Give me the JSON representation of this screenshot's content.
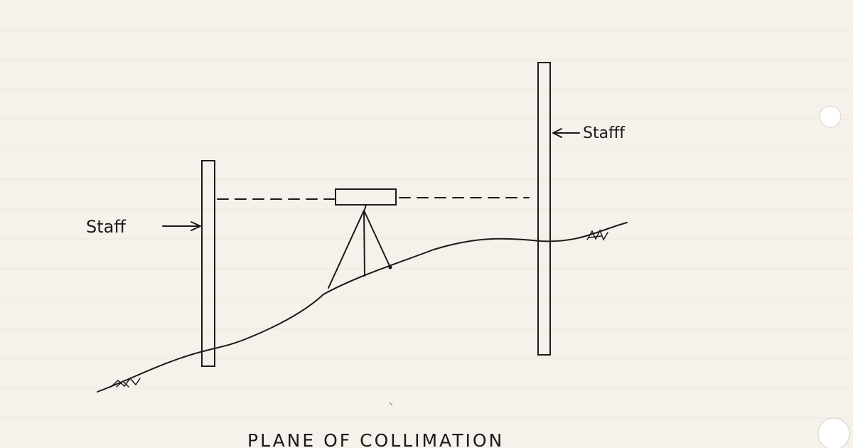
{
  "diagram": {
    "labels": {
      "staff_left": "Staff",
      "staff_right": "Stafff"
    },
    "title": "PLANE OF COLLIMATION",
    "colors": {
      "paper": "#f6f1ea",
      "ink": "#1a1a1a",
      "hole": "#ffffff"
    }
  }
}
